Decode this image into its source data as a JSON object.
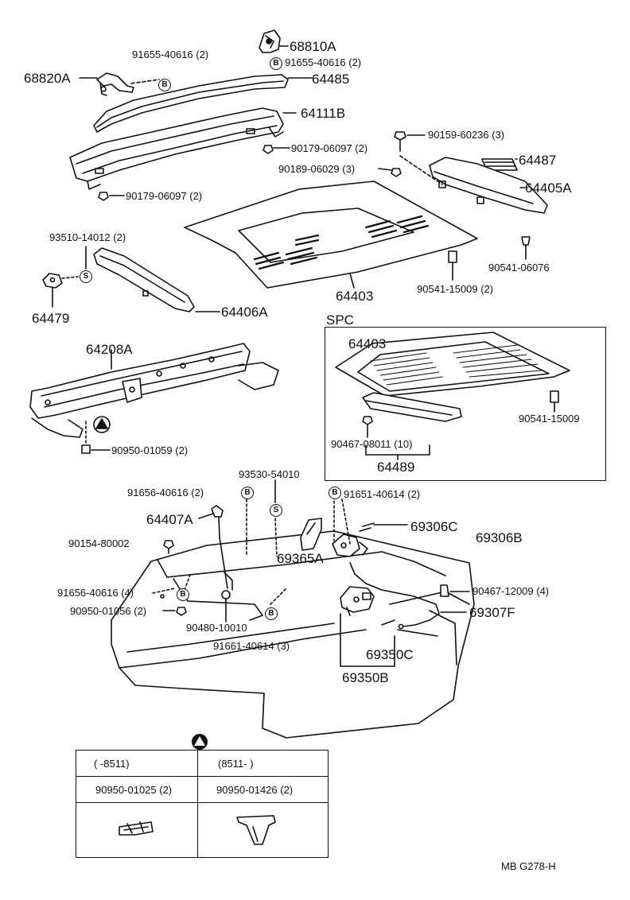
{
  "labels": {
    "p68810A": "68810A",
    "p91655_a": "91655-40616 (2)",
    "p91655_b": "91655-40616 (2)",
    "p68820A": "68820A",
    "p64485": "64485",
    "p64111B": "64111B",
    "p90179_a": "90179-06097 (2)",
    "p90179_b": "90179-06097 (2)",
    "p90159": "90159-60236 (3)",
    "p90189": "90189-06029 (3)",
    "p64487": "64487",
    "p64405A": "64405A",
    "p93510": "93510-14012 (2)",
    "p90541_06076": "90541-06076",
    "p64479": "64479",
    "p64406A": "64406A",
    "p64403": "64403",
    "p90541_15009": "90541-15009 (2)",
    "p64208A": "64208A",
    "p90950_01059": "90950-01059 (2)",
    "p91656_a": "91656-40616 (2)",
    "p93530": "93530-54010",
    "p91651": "91651-40614 (2)",
    "p64407A": "64407A",
    "p69306C": "69306C",
    "p69306B": "69306B",
    "p90154": "90154-80002",
    "p69365A": "69365A",
    "p91656_b": "91656-40616 (4)",
    "p90467_12009": "90467-12009 (4)",
    "p90950_01056": "90950-01056 (2)",
    "p90480": "90480-10010",
    "p69307F": "69307F",
    "p91661": "91661-40614 (3)",
    "p69350C": "69350C",
    "p69350B": "69350B"
  },
  "spc": {
    "title": "SPC",
    "p64403": "64403",
    "p90541": "90541-15009",
    "p90467": "90467-08011 (10)",
    "p64489": "64489"
  },
  "symbols": {
    "b": "B",
    "s": "S"
  },
  "table": {
    "col1_header": "(       -8511)",
    "col2_header": "(8511-       )",
    "col1_part": "90950-01025 (2)",
    "col2_part": "90950-01426 (2)"
  },
  "footer": {
    "code": "MB  G278-H"
  }
}
